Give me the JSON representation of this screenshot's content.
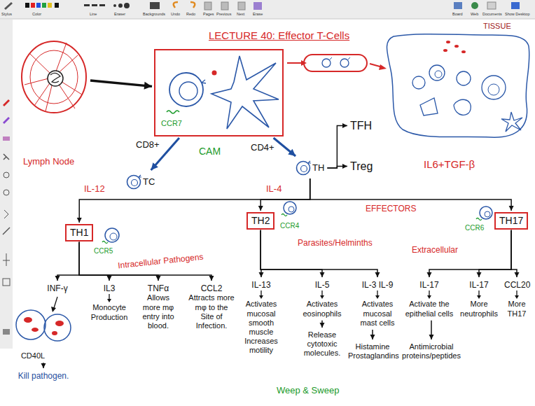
{
  "diagram": {
    "title": "LECTURE 40: Effector T-Cells",
    "nodes": [
      {
        "text": [
          "Lymph Node"
        ]
      },
      {
        "text": [
          "CCR7",
          "CAM"
        ]
      },
      {
        "text": [
          "TC"
        ]
      },
      {
        "text": [
          "TH"
        ]
      },
      {
        "text": [
          "TFH"
        ]
      },
      {
        "text": [
          "Treg"
        ]
      },
      {
        "text": [
          "TH1"
        ]
      },
      {
        "text": [
          "TH2"
        ]
      },
      {
        "text": [
          "TH17"
        ]
      },
      {
        "text": [
          "INF-γ"
        ]
      },
      {
        "text": [
          "CD40L"
        ]
      },
      {
        "text": [
          "Kill pathogen."
        ]
      },
      {
        "text": [
          "IL3",
          "Monocyte Production"
        ]
      },
      {
        "text": [
          "TNFα",
          "Allows more mφ entry into blood."
        ]
      },
      {
        "text": [
          "CCL2",
          "Attracts more mφ to the Site of Infection."
        ]
      },
      {
        "text": [
          "IL-13",
          "Activates mucosal smooth muscle Increases motility"
        ]
      },
      {
        "text": [
          "IL-5",
          "Activates eosinophils"
        ]
      },
      {
        "text": [
          "Release cytotoxic molecules."
        ]
      },
      {
        "text": [
          "IL-3 IL-9",
          "Activates mucosal mast cells"
        ]
      },
      {
        "text": [
          "Histamine Prostaglandins"
        ]
      },
      {
        "text": [
          "IL-17",
          "Activate the epithelial cells"
        ]
      },
      {
        "text": [
          "Antimicrobial proteins/peptides"
        ]
      },
      {
        "text": [
          "IL-17",
          "More neutrophils"
        ]
      },
      {
        "text": [
          "CCL20",
          "More TH17"
        ]
      }
    ],
    "edges": [
      {
        "from": 0,
        "to": 1,
        "arrow": "to"
      },
      {
        "from": 1,
        "to": 2,
        "label": "CD8+",
        "arrow": "to"
      },
      {
        "from": 1,
        "to": 3,
        "label": "CD4+",
        "arrow": "to"
      },
      {
        "from": 3,
        "to": 4,
        "arrow": "to"
      },
      {
        "from": 3,
        "to": 5,
        "arrow": "to"
      },
      {
        "from": 3,
        "to": 6,
        "label": "IL-12",
        "arrow": "to"
      },
      {
        "from": 3,
        "to": 7,
        "label": "IL-4",
        "arrow": "to"
      },
      {
        "from": 3,
        "to": 8,
        "arrow": "to"
      },
      {
        "from": 6,
        "to": 9,
        "arrow": "to"
      },
      {
        "from": 6,
        "to": 12,
        "arrow": "to"
      },
      {
        "from": 6,
        "to": 13,
        "arrow": "to"
      },
      {
        "from": 6,
        "to": 14,
        "arrow": "to"
      },
      {
        "from": 10,
        "to": 11,
        "arrow": "to"
      },
      {
        "from": 7,
        "to": 15,
        "arrow": "to"
      },
      {
        "from": 7,
        "to": 16,
        "arrow": "to"
      },
      {
        "from": 7,
        "to": 18,
        "arrow": "to"
      },
      {
        "from": 16,
        "to": 17,
        "arrow": "to"
      },
      {
        "from": 18,
        "to": 19,
        "arrow": "to"
      },
      {
        "from": 8,
        "to": 20,
        "arrow": "to"
      },
      {
        "from": 8,
        "to": 22,
        "arrow": "to"
      },
      {
        "from": 8,
        "to": 23,
        "arrow": "to"
      },
      {
        "from": 20,
        "to": 21,
        "arrow": "to"
      }
    ],
    "labels": [
      "TISSUE",
      "CCR5",
      "CCR4",
      "CCR6",
      "IL6+TGF-β",
      "EFFECTORS",
      "Intracellular Pathogens",
      "Parasites/Helminths",
      "Extracellular",
      "Weep & Sweep",
      "Stylus",
      "Color",
      "Line",
      "Eraser",
      "Backgrounds",
      "Undo",
      "Redo",
      "Pages",
      "Previous",
      "Next",
      "Erase",
      "Board",
      "Web",
      "Documents",
      "Show Desktop"
    ]
  }
}
